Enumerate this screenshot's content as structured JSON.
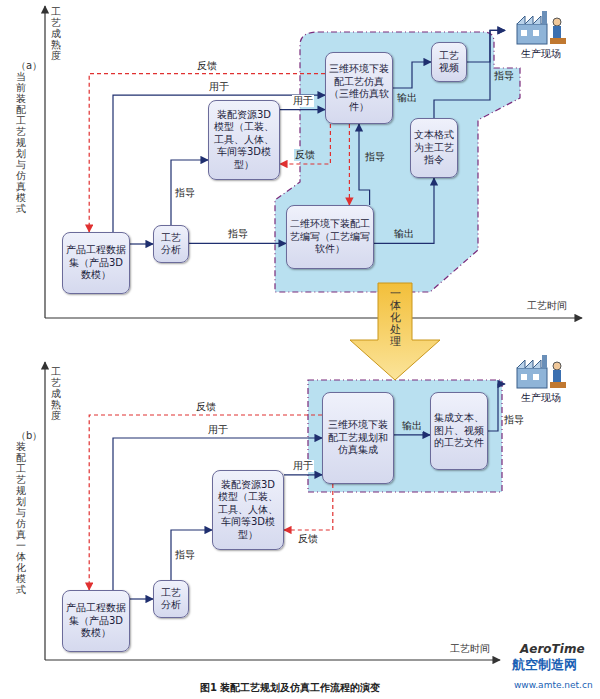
{
  "diagram": {
    "caption": "图1 装配工艺规划及仿真工作流程的演变",
    "nodes": [
      {
        "text": [
          "产品工程数据集（产品3D数模）"
        ]
      },
      {
        "text": [
          "工艺分析"
        ]
      },
      {
        "text": [
          "装配资源3D模型（工装、工具、人体、车间等3D模型）"
        ]
      },
      {
        "text": [
          "二维环境下装配工艺编写（工艺编写软件）"
        ]
      },
      {
        "text": [
          "三维环境下装配工艺仿真（三维仿真软件）"
        ]
      },
      {
        "text": [
          "工艺视频"
        ]
      },
      {
        "text": [
          "文本格式为主工艺指令"
        ]
      },
      {
        "text": [
          "生产现场"
        ]
      },
      {
        "text": [
          "一体化处理"
        ]
      },
      {
        "text": [
          "产品工程数据集（产品3D数模）"
        ]
      },
      {
        "text": [
          "工艺分析"
        ]
      },
      {
        "text": [
          "装配资源3D模型（工装、工具、人体、车间等3D模型）"
        ]
      },
      {
        "text": [
          "三维环境下装配工艺规划和仿真集成"
        ]
      },
      {
        "text": [
          "集成文本、图片、视频的工艺文件"
        ]
      },
      {
        "text": [
          "生产现场"
        ]
      }
    ],
    "edges": [
      {
        "from": 0,
        "to": 1,
        "arrow": "to"
      },
      {
        "from": 1,
        "to": 2,
        "label": "指导",
        "arrow": "to"
      },
      {
        "from": 1,
        "to": 3,
        "label": "指导",
        "arrow": "to"
      },
      {
        "from": 2,
        "to": 4,
        "label": "用于",
        "arrow": "to"
      },
      {
        "from": 0,
        "to": 4,
        "label": "用于",
        "arrow": "to"
      },
      {
        "from": 3,
        "to": 4,
        "label": "指导",
        "arrow": "to"
      },
      {
        "from": 3,
        "to": 6,
        "label": "输出",
        "arrow": "to"
      },
      {
        "from": 4,
        "to": 5,
        "label": "输出",
        "arrow": "to"
      },
      {
        "from": 5,
        "to": 7,
        "label": "指导",
        "arrow": "to"
      },
      {
        "from": 6,
        "to": 7,
        "arrow": "to"
      },
      {
        "from": 4,
        "to": 2,
        "label": "反馈",
        "arrow": "to"
      },
      {
        "from": 4,
        "to": 3,
        "arrow": "to"
      },
      {
        "from": 4,
        "to": 0,
        "label": "反馈",
        "arrow": "to"
      },
      {
        "from": 9,
        "to": 10,
        "arrow": "to"
      },
      {
        "from": 10,
        "to": 11,
        "label": "指导",
        "arrow": "to"
      },
      {
        "from": 11,
        "to": 12,
        "label": "用于",
        "arrow": "to"
      },
      {
        "from": 9,
        "to": 12,
        "label": "用于",
        "arrow": "to"
      },
      {
        "from": 12,
        "to": 13,
        "label": "输出",
        "arrow": "to"
      },
      {
        "from": 13,
        "to": 14,
        "label": "指导",
        "arrow": "to"
      },
      {
        "from": 12,
        "to": 11,
        "label": "反馈",
        "arrow": "to"
      },
      {
        "from": 12,
        "to": 9,
        "label": "反馈",
        "arrow": "to"
      }
    ],
    "labels": [
      "工艺成熟度",
      "（a）当前装配工艺规划与仿真模式",
      "工艺时间",
      "工艺成熟度",
      "（b）装配工艺规划与仿真一体化模式",
      "工艺时间",
      "AeroTime",
      "航空制造网",
      "www.amte.net.cn"
    ]
  }
}
